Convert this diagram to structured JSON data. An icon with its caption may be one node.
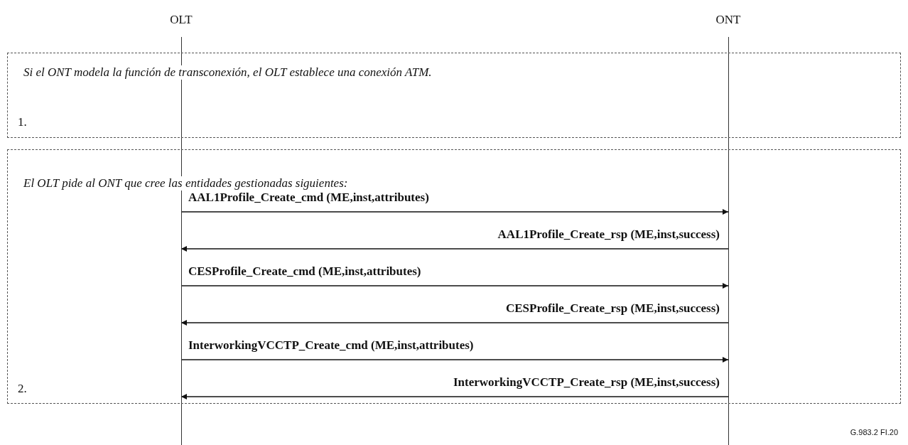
{
  "diagram": {
    "nodes": [
      {
        "text": [
          "OLT"
        ]
      },
      {
        "text": [
          "ONT"
        ]
      }
    ],
    "edges": [
      {
        "from": 0,
        "to": 1,
        "arrow": "to",
        "label": "AAL1Profile_Create_cmd (ME,inst,attributes)"
      },
      {
        "from": 1,
        "to": 0,
        "arrow": "to",
        "label": "AAL1Profile_Create_rsp (ME,inst,success)"
      },
      {
        "from": 0,
        "to": 1,
        "arrow": "to",
        "label": "CESProfile_Create_cmd (ME,inst,attributes)"
      },
      {
        "from": 1,
        "to": 0,
        "arrow": "to",
        "label": "CESProfile_Create_rsp (ME,inst,success)"
      },
      {
        "from": 0,
        "to": 1,
        "arrow": "to",
        "label": "InterworkingVCCTP_Create_cmd (ME,inst,attributes)"
      },
      {
        "from": 1,
        "to": 0,
        "arrow": "to",
        "label": "InterworkingVCCTP_Create_rsp (ME,inst,success)"
      }
    ],
    "labels": [
      "Si el ONT modela la función de transconexión, el OLT establece una conexión ATM.",
      "1.",
      "El OLT pide al ONT que cree las entidades gestionadas siguientes:",
      "2.",
      "G.983.2 FI.20"
    ]
  }
}
